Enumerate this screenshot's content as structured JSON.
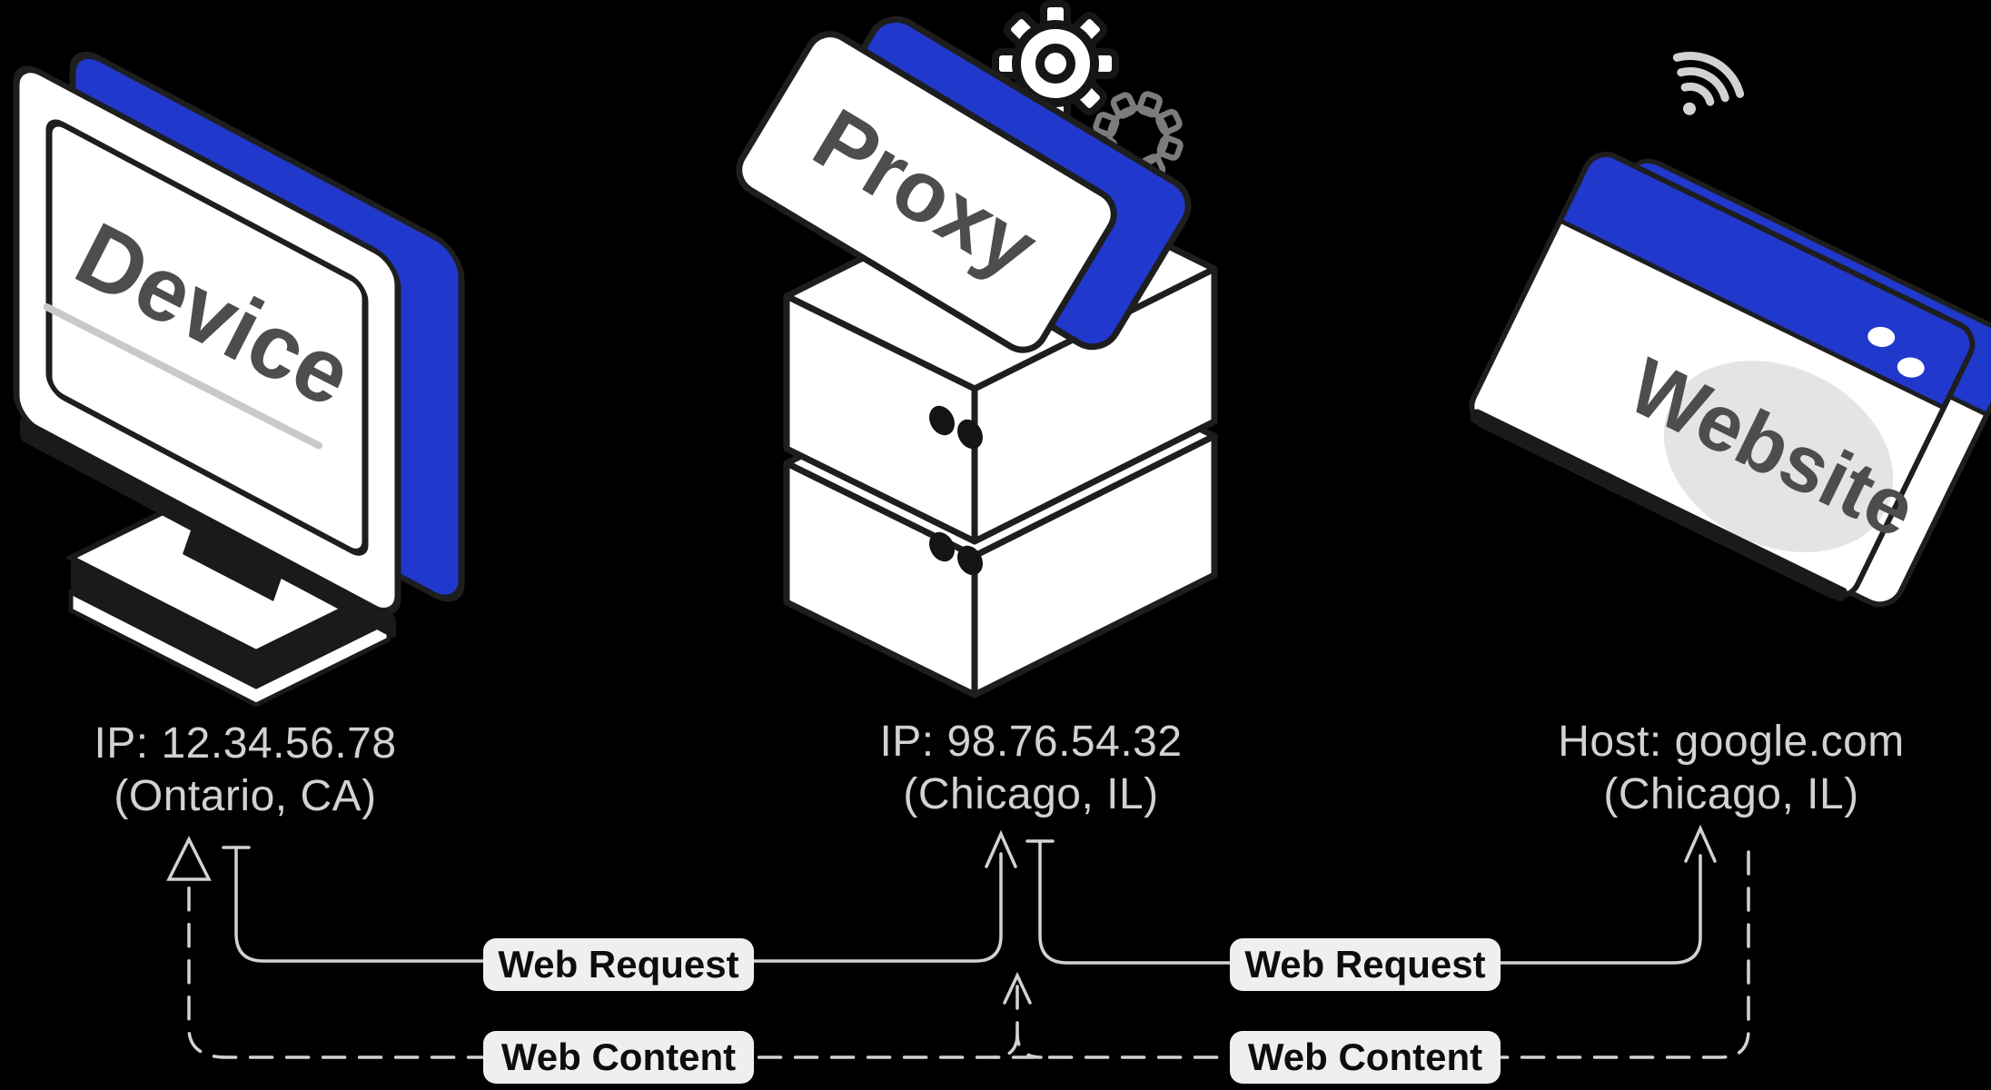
{
  "background": "#000000",
  "nodes": {
    "device": {
      "title": "Device",
      "caption_line1": "IP: 12.34.56.78",
      "caption_line2": "(Ontario, CA)"
    },
    "proxy": {
      "title": "Proxy",
      "caption_line1": "IP: 98.76.54.32",
      "caption_line2": "(Chicago, IL)"
    },
    "website": {
      "title": "Website",
      "caption_line1": "Host: google.com",
      "caption_line2": "(Chicago, IL)"
    }
  },
  "edges": {
    "left_request": {
      "label": "Web Request",
      "style": "solid",
      "from": "device",
      "to": "proxy"
    },
    "right_request": {
      "label": "Web Request",
      "style": "solid",
      "from": "proxy",
      "to": "website"
    },
    "left_content": {
      "label": "Web Content",
      "style": "dashed",
      "from": "proxy",
      "to": "device"
    },
    "right_content": {
      "label": "Web Content",
      "style": "dashed",
      "from": "website",
      "to": "proxy"
    }
  },
  "icons": [
    "gear-icon",
    "wifi-icon",
    "monitor-illustration",
    "server-stack-illustration",
    "browser-window-illustration"
  ],
  "colors": {
    "accent_blue": "#2038CC",
    "outline": "#1E1E1E",
    "illustration_title_gray": "#4D4D4D",
    "underline_gray": "#C9C9C9",
    "content_ellipse_gray": "#E4E4E4",
    "edge_label_bg": "#EFEFEF",
    "edge_label_text": "#0D0D0D",
    "caption_text": "#D2D2D2",
    "connector_line": "#D2D2D2",
    "background": "#000000"
  }
}
